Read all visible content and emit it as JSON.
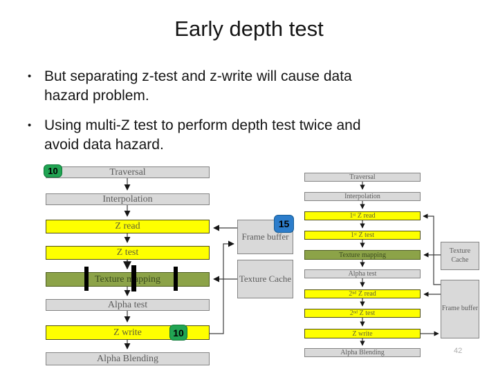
{
  "slide": {
    "title": "Early depth test",
    "bullet_marker": "•",
    "bullets": [
      {
        "lines": [
          "But separating z-test and z-write will cause data",
          "hazard problem."
        ]
      },
      {
        "lines": [
          "Using multi-Z test to perform depth test twice and",
          "avoid data hazard."
        ]
      }
    ],
    "page_number": "42"
  },
  "colors": {
    "stage_gray": "#d9d9d9",
    "stage_yellow": "#feff00",
    "stage_olive": "#8ca348",
    "badge_green": "#21a453",
    "badge_blue": "#2c7dcb"
  },
  "left_pipeline": {
    "stages": [
      {
        "label": "Traversal",
        "type": "gray"
      },
      {
        "label": "Interpolation",
        "type": "gray"
      },
      {
        "label": "Z read",
        "type": "yellow"
      },
      {
        "label": "Z test",
        "type": "yellow"
      },
      {
        "label": "Texture mapping",
        "type": "olive"
      },
      {
        "label": "Alpha test",
        "type": "gray"
      },
      {
        "label": "Z write",
        "type": "yellow"
      },
      {
        "label": "Alpha Blending",
        "type": "gray"
      }
    ],
    "frame_buffer": "Frame buffer",
    "texture_cache": "Texture Cache",
    "badge_traversal": "10",
    "badge_frame_buffer": "15",
    "badge_z_write": "10"
  },
  "right_pipeline": {
    "stages": [
      {
        "label": "Traversal",
        "type": "gray"
      },
      {
        "label": "Interpolation",
        "type": "gray"
      },
      {
        "label": "1ˢᵗ Z read",
        "type": "yellow"
      },
      {
        "label": "1ˢᵗ Z test",
        "type": "yellow"
      },
      {
        "label": "Texture mapping",
        "type": "olive"
      },
      {
        "label": "Alpha test",
        "type": "gray"
      },
      {
        "label": "2ⁿᵈ Z read",
        "type": "yellow"
      },
      {
        "label": "2ⁿᵈ Z test",
        "type": "yellow"
      },
      {
        "label": "Z write",
        "type": "yellow"
      },
      {
        "label": "Alpha Blending",
        "type": "gray"
      }
    ],
    "texture_cache": "Texture Cache",
    "frame_buffer": "Frame buffer"
  }
}
